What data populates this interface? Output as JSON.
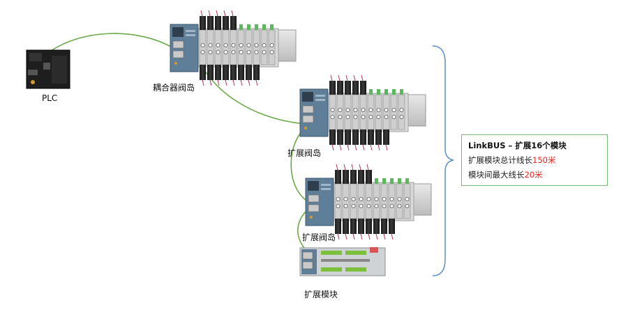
{
  "labels": {
    "plc": "PLC",
    "coupler_island": "耦合器阀岛",
    "expansion_island_1": "扩展阀岛",
    "expansion_island_2": "扩展阀岛",
    "expansion_module": "扩展模块"
  },
  "info": {
    "title": "LinkBUS – 扩展16个模块",
    "line1_prefix": "扩展模块总计线长",
    "line1_value": "150米",
    "line2_prefix": "模块间最大线长",
    "line2_value": "20米"
  },
  "colors": {
    "cable": "#6aaa4a",
    "bracket": "#5b8fc9",
    "highlight": "#e8261f",
    "box_border": "#7cb87c"
  }
}
